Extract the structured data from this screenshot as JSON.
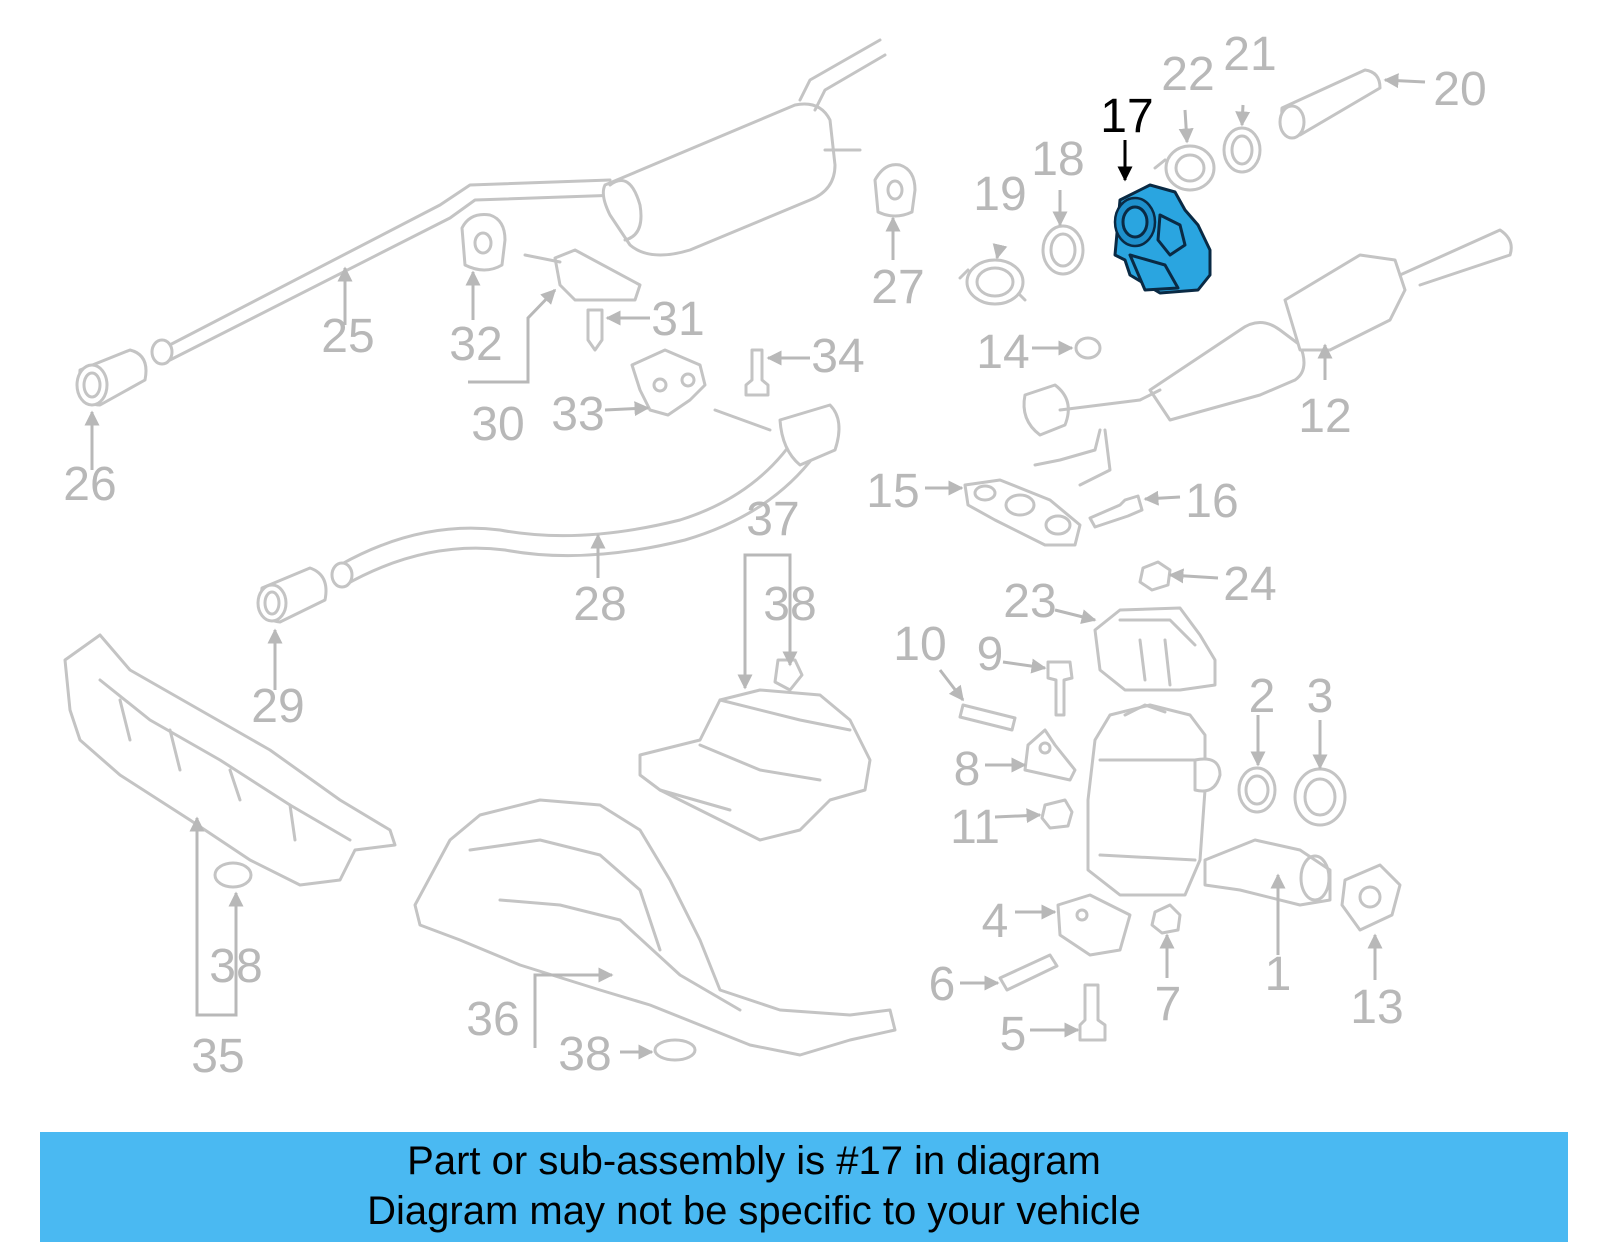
{
  "highlight_color": "#2aa5e0",
  "banner": {
    "line1": "Part or sub-assembly is #17 in diagram",
    "line2": "Diagram may not be specific to your vehicle"
  },
  "callouts": {
    "c1": "1",
    "c2": "2",
    "c3": "3",
    "c4": "4",
    "c5": "5",
    "c6": "6",
    "c7": "7",
    "c8": "8",
    "c9": "9",
    "c10": "10",
    "c11": "11",
    "c12": "12",
    "c13": "13",
    "c14": "14",
    "c15": "15",
    "c16": "16",
    "c17": "17",
    "c18": "18",
    "c19": "19",
    "c20": "20",
    "c21": "21",
    "c22": "22",
    "c23": "23",
    "c24": "24",
    "c25": "25",
    "c26": "26",
    "c27": "27",
    "c28": "28",
    "c29": "29",
    "c30": "30",
    "c31": "31",
    "c32": "32",
    "c33": "33",
    "c34": "34",
    "c35": "35",
    "c36": "36",
    "c37": "37",
    "c38a": "38",
    "c38b": "38",
    "c38c": "38"
  }
}
